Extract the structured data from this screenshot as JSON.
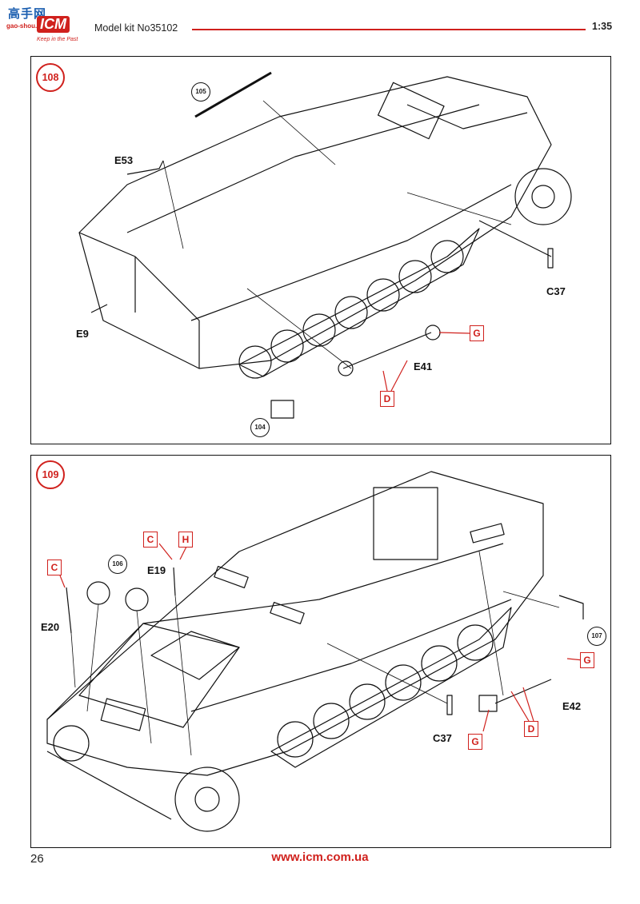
{
  "header": {
    "logo_cn": "高手网",
    "logo_site": "gao-shou.com",
    "logo_brand": "ICM",
    "logo_motto": "Keep in the Past",
    "kit_title": "Model kit No35102",
    "scale": "1:35"
  },
  "steps": [
    {
      "number": "108",
      "labels": {
        "e53": "E53",
        "e9": "E9",
        "c37": "C37",
        "e41": "E41"
      },
      "refs": {
        "r105": "105",
        "r104": "104"
      },
      "sprues": {
        "g": "G",
        "d": "D"
      }
    },
    {
      "number": "109",
      "labels": {
        "e19": "E19",
        "e20": "E20",
        "c37": "C37",
        "e42": "E42"
      },
      "refs": {
        "r106": "106",
        "r107": "107"
      },
      "sprues": {
        "c1": "C",
        "h": "H",
        "c2": "C",
        "g1": "G",
        "g2": "G",
        "d": "D"
      }
    }
  ],
  "footer": {
    "page_number": "26",
    "url": "www.icm.com.ua"
  },
  "colors": {
    "accent_red": "#d0211d",
    "logo_blue": "#1c5fb0",
    "line": "#111111"
  }
}
